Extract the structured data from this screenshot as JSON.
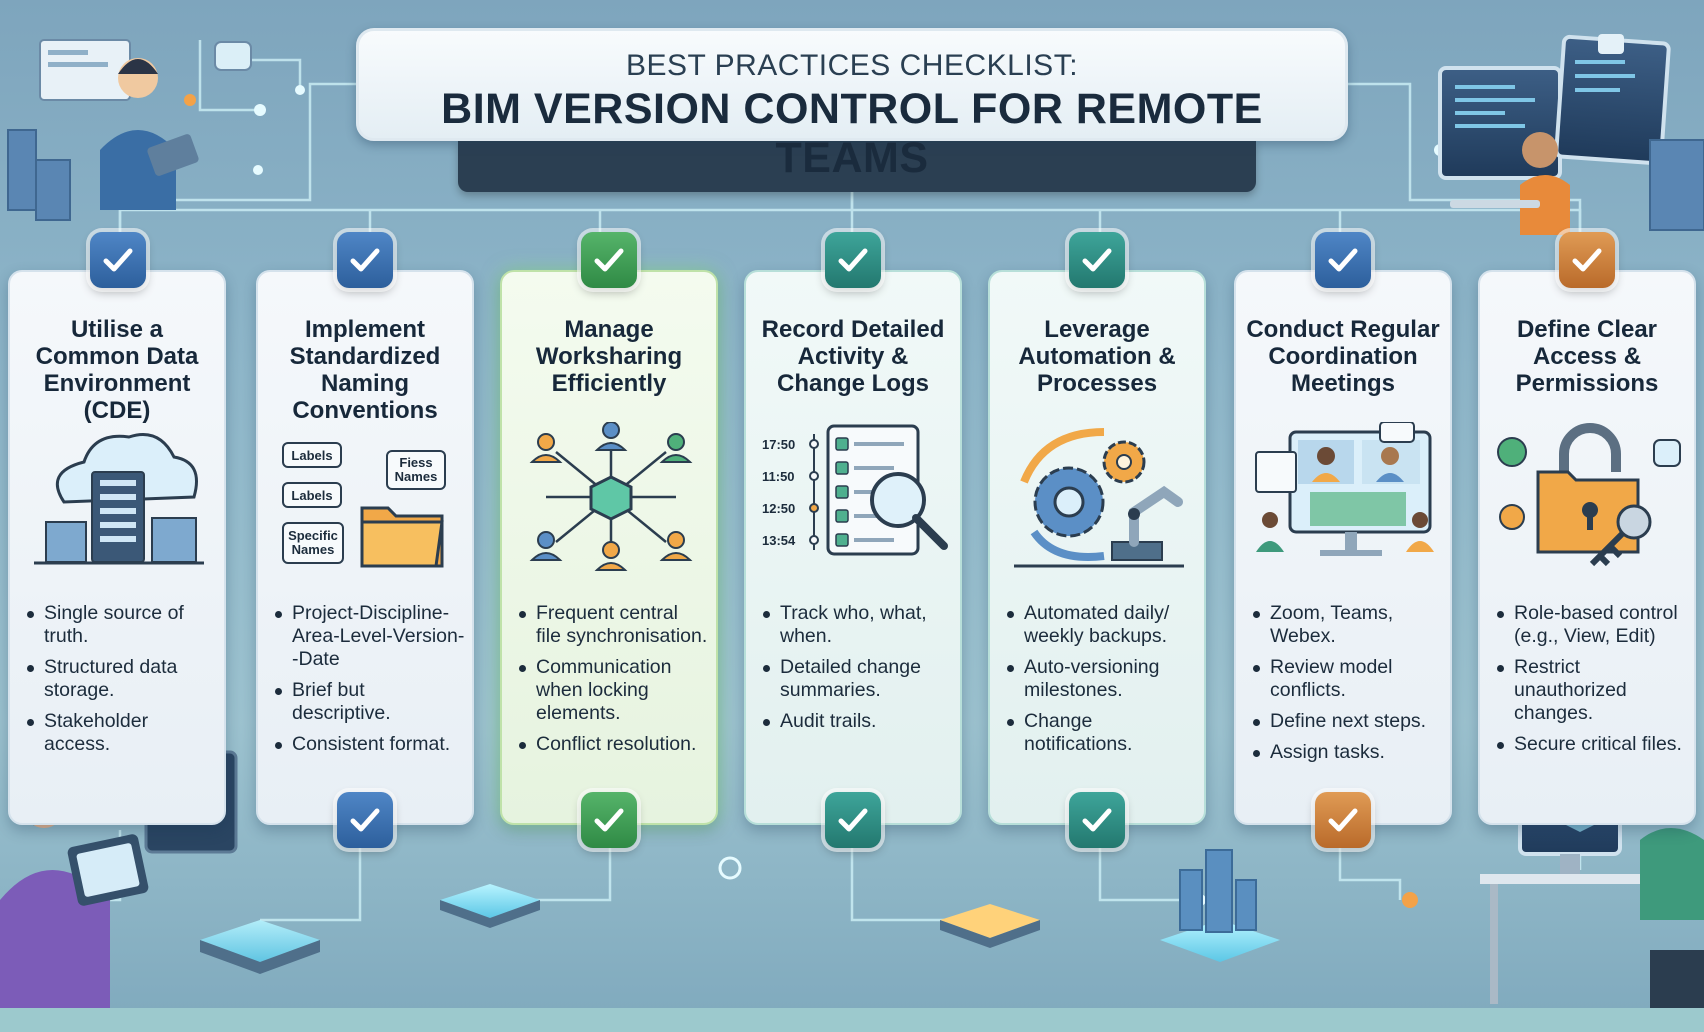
{
  "header": {
    "subtitle": "BEST PRACTICES CHECKLIST:",
    "title": "BIM VERSION CONTROL FOR REMOTE TEAMS"
  },
  "colors": {
    "card_blue": "#2d5f9c",
    "card_green": "#2f8a45",
    "card_teal": "#23786f",
    "card_orange": "#b96a2a",
    "background": "#8eb6c9"
  },
  "cards": [
    {
      "title": "Utilise a\nCommon Data\nEnvironment (CDE)",
      "icon": "cloud-server-icon",
      "bullets": [
        "Single source of\ntruth.",
        "Structured data\nstorage.",
        "Stakeholder access."
      ]
    },
    {
      "title": "Implement\nStandardized\nNaming\nConventions",
      "icon": "naming-folder-icon",
      "icon_labels": [
        "Labels",
        "Labels",
        "Specific\nNames",
        "Fiess\nNames"
      ],
      "bullets": [
        "Project-Discipline-\nArea-Level-Version-\n-Date",
        "Brief but\ndescriptive.",
        "Consistent format."
      ]
    },
    {
      "title": "Manage\nWorksharing\nEfficiently",
      "icon": "network-users-icon",
      "bullets": [
        "Frequent central\nfile synchronisation.",
        "Communication\nwhen locking\nelements.",
        "Conflict resolution."
      ]
    },
    {
      "title": "Record Detailed\nActivity &\nChange Logs",
      "icon": "log-magnifier-icon",
      "times": [
        "17:50",
        "11:50",
        "12:50",
        "13:54"
      ],
      "bullets": [
        "Track who, what,\nwhen.",
        "Detailed change\nsummaries.",
        "Audit trails."
      ]
    },
    {
      "title": "Leverage\nAutomation &\nProcesses",
      "icon": "gears-robot-arm-icon",
      "bullets": [
        "Automated daily/\nweekly backups.",
        "Auto-versioning\nmilestones.",
        "Change\nnotifications."
      ]
    },
    {
      "title": "Conduct Regular\nCoordination\nMeetings",
      "icon": "video-meeting-icon",
      "bullets": [
        "Zoom, Teams,\nWebex.",
        "Review model\nconflicts.",
        "Define next steps.",
        "Assign tasks."
      ]
    },
    {
      "title": "Define Clear\nAccess &\nPermissions",
      "icon": "padlock-key-icon",
      "bullets": [
        "Role-based control\n(e.g., View, Edit)",
        "Restrict\nunauthorized\nchanges.",
        "Secure critical files."
      ]
    }
  ]
}
